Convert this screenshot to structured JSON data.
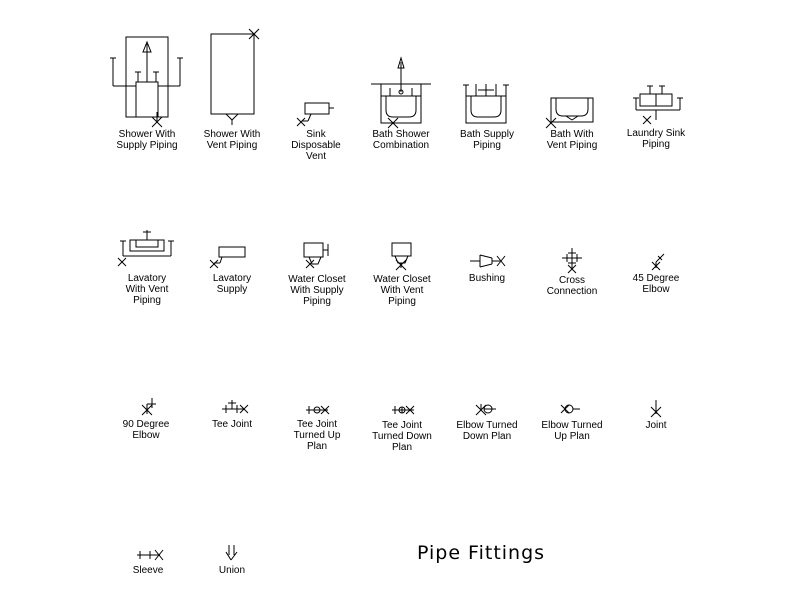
{
  "title": "Pipe Fittings",
  "symbols": [
    {
      "id": "shower-supply",
      "label": [
        "Shower With",
        "Supply Piping"
      ]
    },
    {
      "id": "shower-vent",
      "label": [
        "Shower With",
        "Vent Piping"
      ]
    },
    {
      "id": "sink-disposable-vent",
      "label": [
        "Sink",
        "Disposable",
        "Vent"
      ]
    },
    {
      "id": "bath-shower",
      "label": [
        "Bath Shower",
        "Combination"
      ]
    },
    {
      "id": "bath-supply",
      "label": [
        "Bath Supply",
        "Piping"
      ]
    },
    {
      "id": "bath-vent",
      "label": [
        "Bath With",
        "Vent Piping"
      ]
    },
    {
      "id": "laundry-sink",
      "label": [
        "Laundry Sink",
        "Piping"
      ]
    },
    {
      "id": "lavatory-vent",
      "label": [
        "Lavatory",
        "With Vent",
        "Piping"
      ]
    },
    {
      "id": "lavatory-supply",
      "label": [
        "Lavatory",
        "Supply"
      ]
    },
    {
      "id": "wc-supply",
      "label": [
        "Water Closet",
        "With Supply",
        "Piping"
      ]
    },
    {
      "id": "wc-vent",
      "label": [
        "Water Closet",
        "With Vent",
        "Piping"
      ]
    },
    {
      "id": "bushing",
      "label": [
        "Bushing"
      ]
    },
    {
      "id": "cross-connection",
      "label": [
        "Cross",
        "Connection"
      ]
    },
    {
      "id": "elbow-45",
      "label": [
        "45 Degree",
        "Elbow"
      ]
    },
    {
      "id": "elbow-90",
      "label": [
        "90 Degree",
        "Elbow"
      ]
    },
    {
      "id": "tee-joint",
      "label": [
        "Tee Joint"
      ]
    },
    {
      "id": "tee-up",
      "label": [
        "Tee Joint",
        "Turned Up",
        "Plan"
      ]
    },
    {
      "id": "tee-down",
      "label": [
        "Tee Joint",
        "Turned Down",
        "Plan"
      ]
    },
    {
      "id": "elbow-down",
      "label": [
        "Elbow Turned",
        "Down Plan"
      ]
    },
    {
      "id": "elbow-up",
      "label": [
        "Elbow Turned",
        "Up Plan"
      ]
    },
    {
      "id": "joint",
      "label": [
        "Joint"
      ]
    },
    {
      "id": "sleeve",
      "label": [
        "Sleeve"
      ]
    },
    {
      "id": "union",
      "label": [
        "Union"
      ]
    }
  ]
}
